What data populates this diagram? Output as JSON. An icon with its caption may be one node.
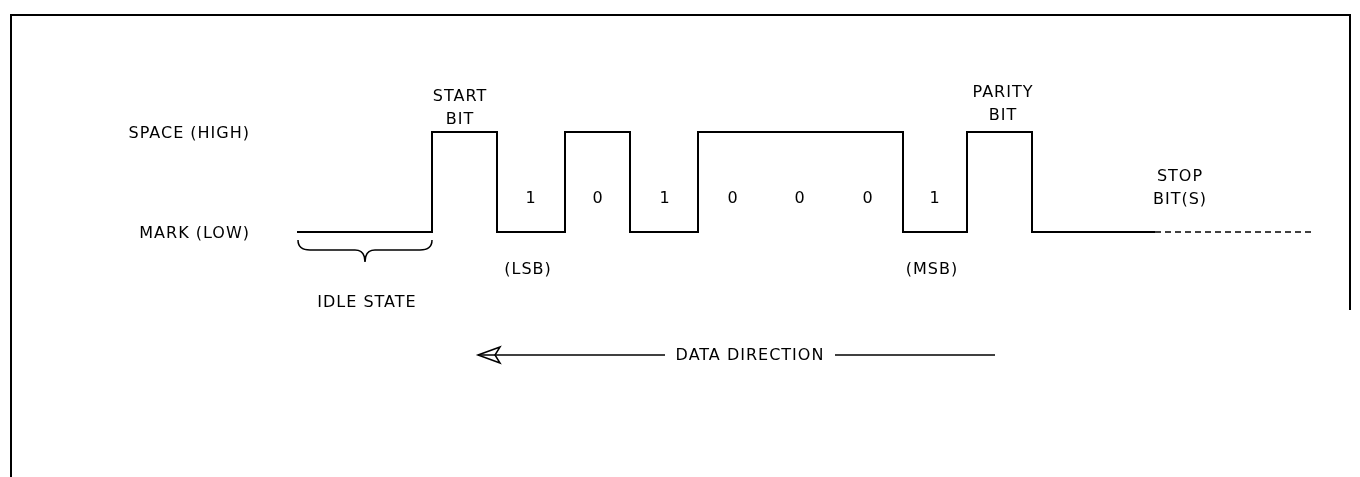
{
  "diagram": {
    "labels": [
      "START BIT",
      "PARITY BIT",
      "SPACE (HIGH)",
      "STOP BIT(S)",
      "1",
      "0",
      "1",
      "0",
      "0",
      "0",
      "1",
      "MARK (LOW)",
      "(LSB)",
      "(MSB)",
      "IDLE STATE",
      "DATA DIRECTION"
    ]
  }
}
